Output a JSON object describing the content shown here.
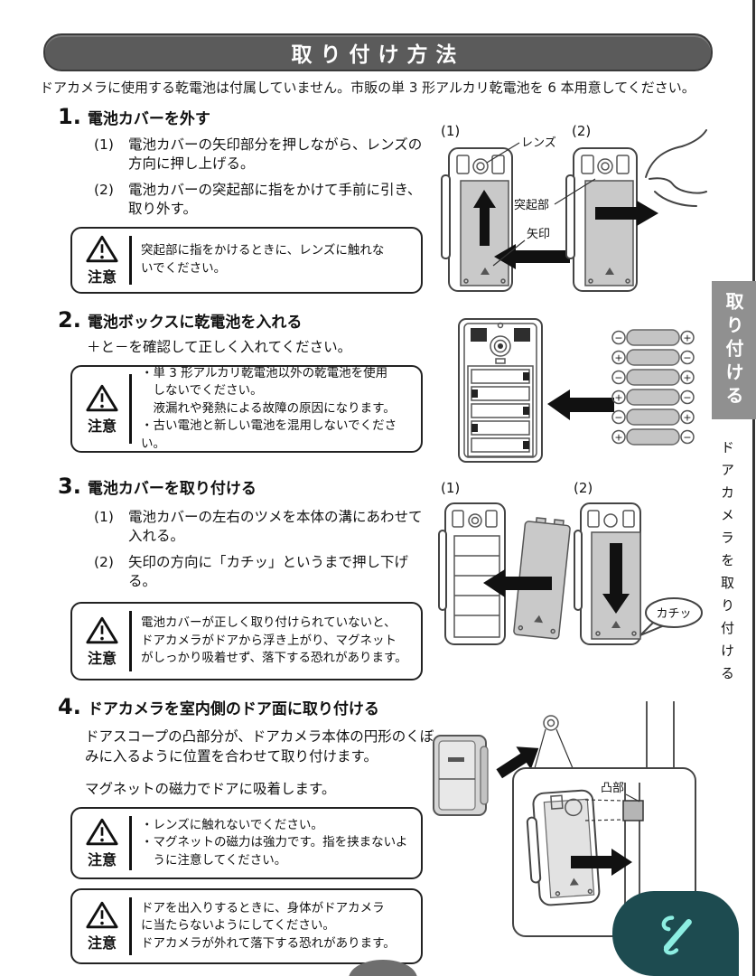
{
  "banner": {
    "title": "取り付け方法"
  },
  "intro": "ドアカメラに使用する乾電池は付属していません。市販の単 3 形アルカリ乾電池を 6 本用意してください。",
  "caution_label": "注意",
  "sidebar": {
    "tab_label": "取り付ける",
    "section_label": "ドアカメラを取り付ける"
  },
  "colors": {
    "banner_bg": "#5b5b5b",
    "side_tab_bg": "#909090",
    "fab_bg": "#1d4b50",
    "fab_icon": "#8deee2",
    "page_badge": "#6e6e6e",
    "illustration_cover": "#c9c9c9"
  },
  "steps": [
    {
      "number": "1.",
      "title": "電池カバーを外す",
      "items": [
        {
          "marker": "(1)",
          "text": "電池カバーの矢印部分を押しながら、レンズの方向に押し上げる。"
        },
        {
          "marker": "(2)",
          "text": "電池カバーの突起部に指をかけて手前に引き、取り外す。"
        }
      ],
      "caution_lines": [
        "突起部に指をかけるときに、レンズに触れな",
        "いでください。"
      ]
    },
    {
      "number": "2.",
      "title": "電池ボックスに乾電池を入れる",
      "subtitle": "＋と－を確認して正しく入れてください。",
      "caution_lines": [
        "・単 3 形アルカリ乾電池以外の乾電池を使用",
        "　しないでください。",
        "　液漏れや発熱による故障の原因になります。",
        "・古い電池と新しい電池を混用しないでください。"
      ]
    },
    {
      "number": "3.",
      "title": "電池カバーを取り付ける",
      "items": [
        {
          "marker": "(1)",
          "text": "電池カバーの左右のツメを本体の溝にあわせて入れる。"
        },
        {
          "marker": "(2)",
          "text": "矢印の方向に「カチッ」というまで押し下げる。"
        }
      ],
      "caution_lines": [
        "電池カバーが正しく取り付けられていないと、",
        "ドアカメラがドアから浮き上がり、マグネット",
        "がしっかり吸着せず、落下する恐れがあります。"
      ]
    },
    {
      "number": "4.",
      "title": "ドアカメラを室内側のドア面に取り付ける",
      "body": [
        "ドアスコープの凸部分が、ドアカメラ本体の円形のくぼみに入るように位置を合わせて取り付けます。",
        "マグネットの磁力でドアに吸着します。"
      ],
      "caution_lines": [
        "・レンズに触れないでください。",
        "・マグネットの磁力は強力です。指を挟まないよ",
        "　うに注意してください。"
      ],
      "caution2_lines": [
        "ドアを出入りするときに、身体がドアカメラ",
        "に当たらないようにしてください。",
        "ドアカメラが外れて落下する恐れがあります。"
      ]
    }
  ],
  "figures": {
    "fig1": {
      "pane1": "(1)",
      "pane2": "(2)",
      "lens_label": "レンズ",
      "protrusion_label": "突起部",
      "arrow_label": "矢印"
    },
    "fig2": {
      "left_polarity": [
        "−",
        "+",
        "−",
        "+",
        "−",
        "+"
      ],
      "right_polarity": [
        "+",
        "−",
        "+",
        "−",
        "+",
        "−"
      ]
    },
    "fig3": {
      "pane1": "(1)",
      "pane2": "(2)",
      "click_label": "カチッ"
    },
    "fig4": {
      "protrusion_label": "凸部",
      "door_label_partial": "ド"
    }
  }
}
